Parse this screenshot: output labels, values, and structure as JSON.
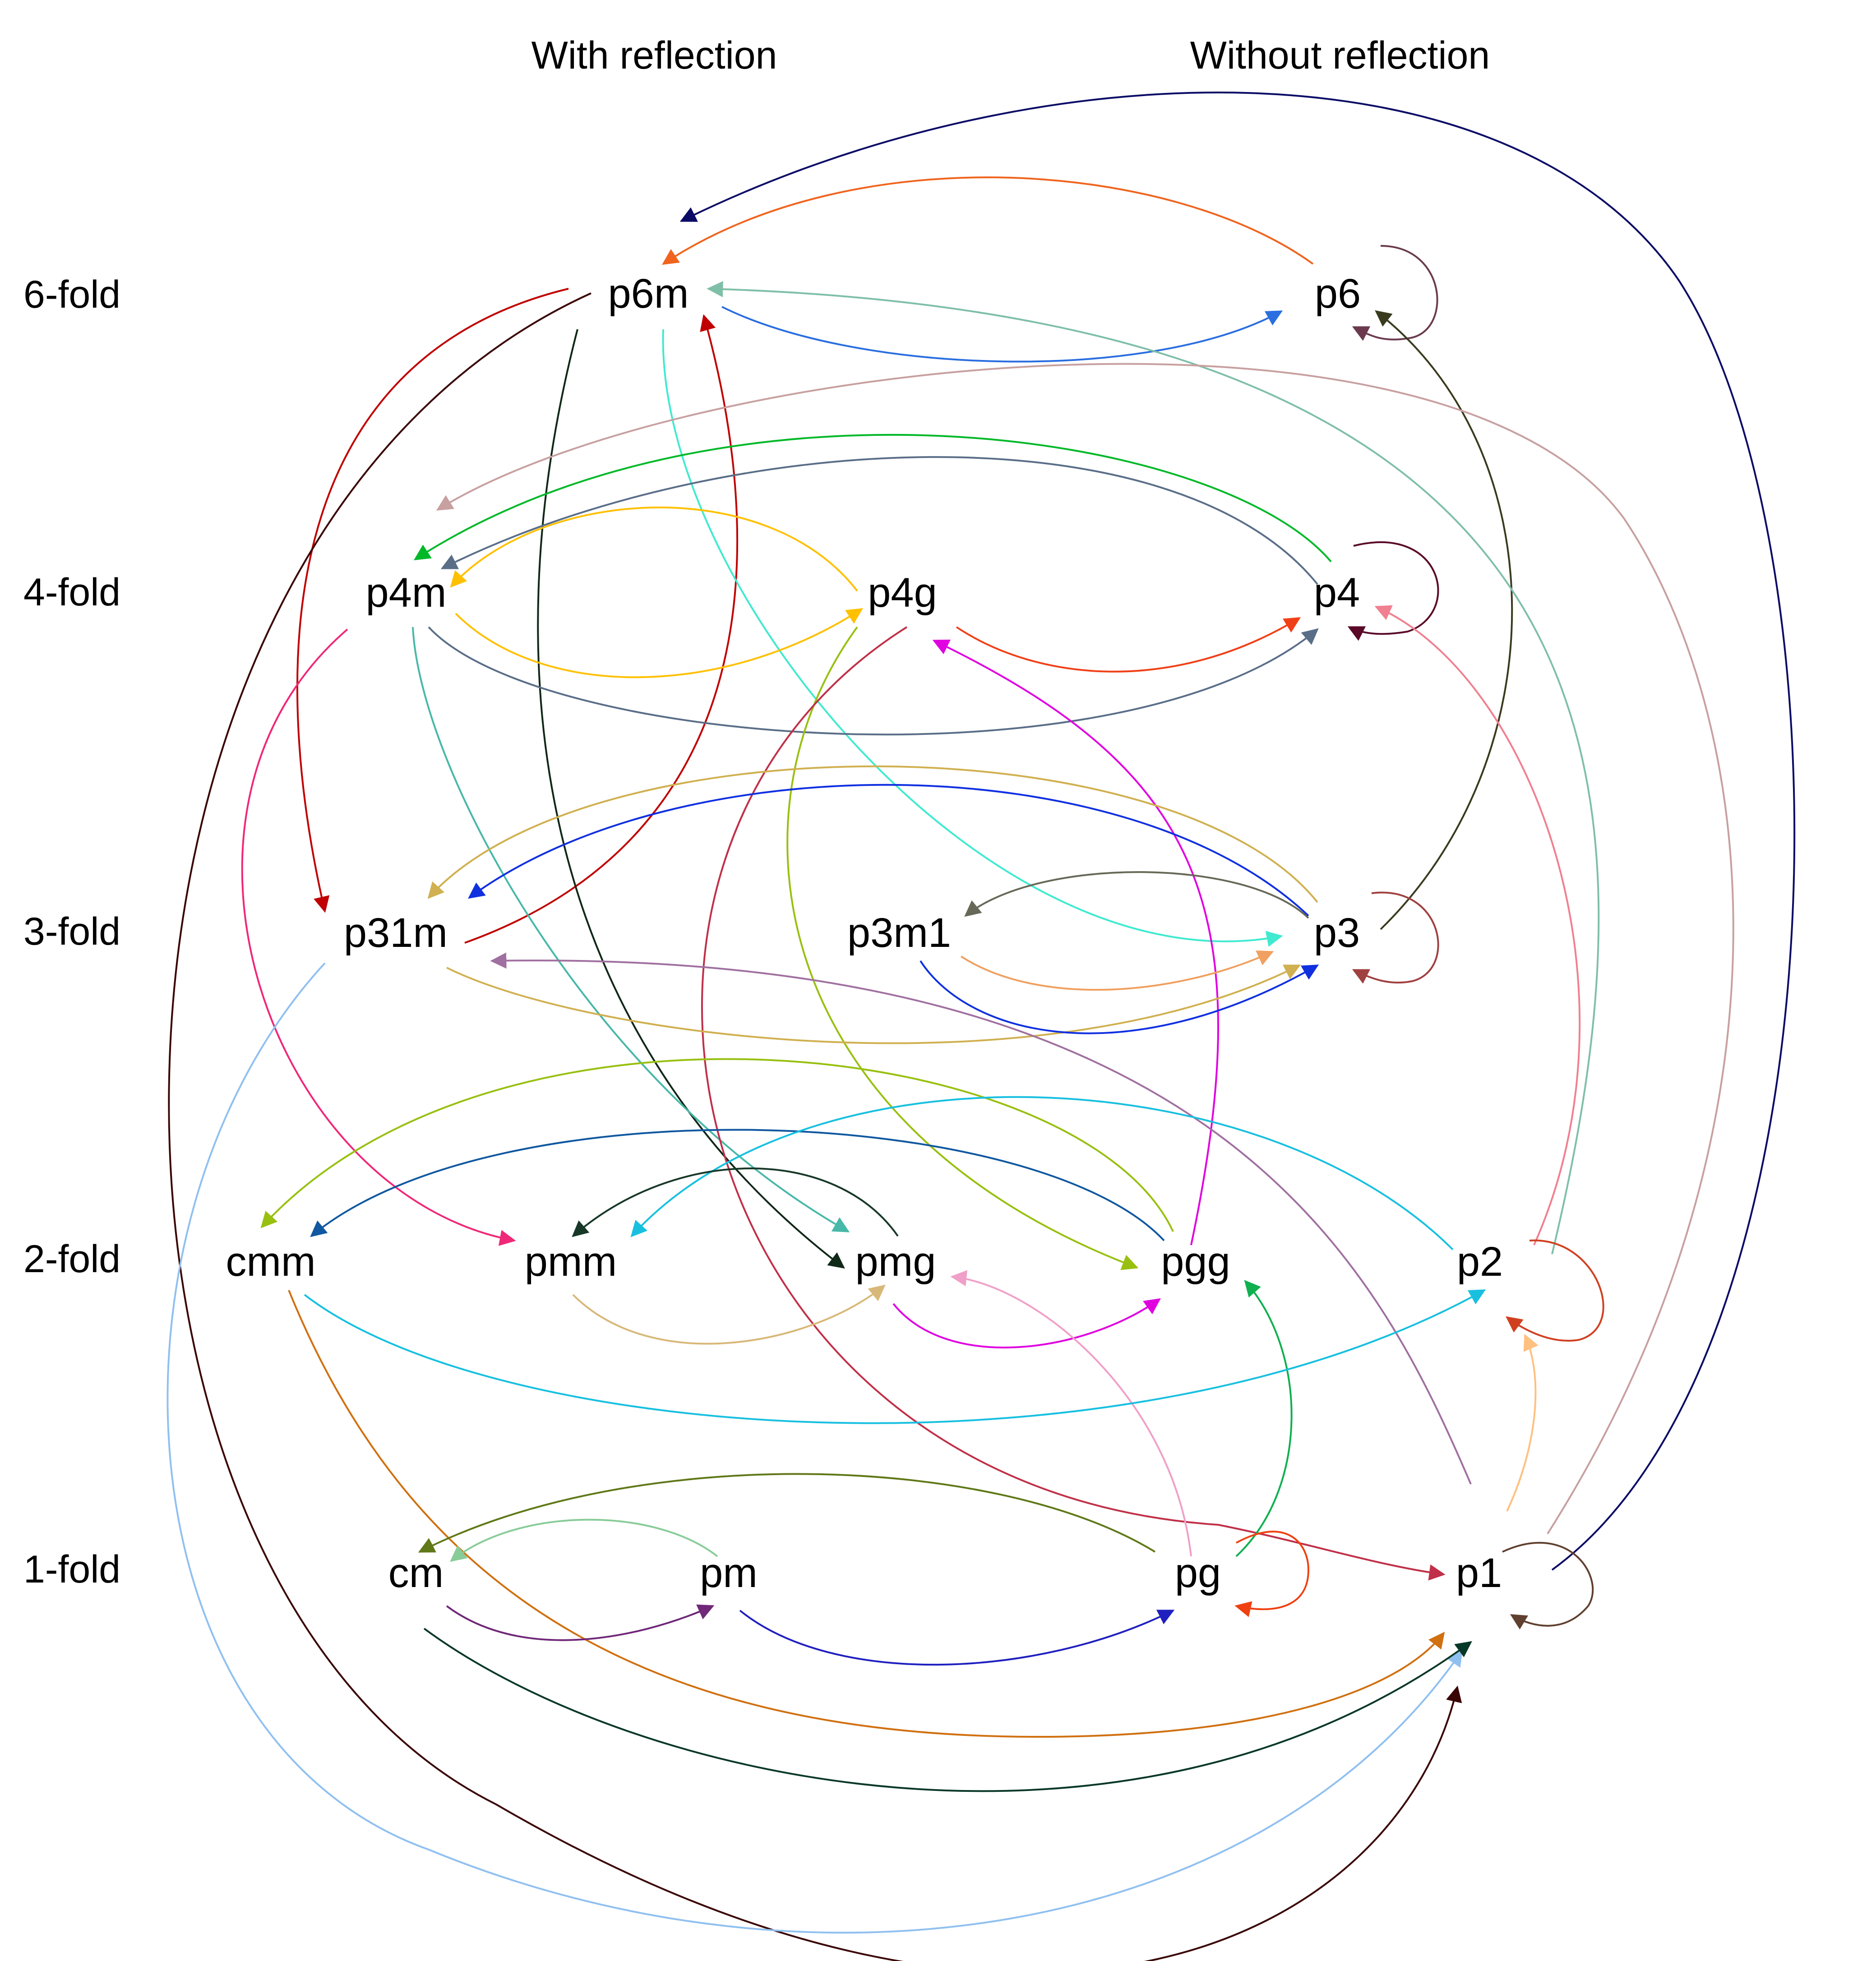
{
  "headers": {
    "columns": [
      "With reflection",
      "Without reflection"
    ],
    "rows": [
      "6-fold",
      "4-fold",
      "3-fold",
      "2-fold",
      "1-fold"
    ]
  },
  "nodes": {
    "p6m": "p6m",
    "p6": "p6",
    "p4m": "p4m",
    "p4g": "p4g",
    "p4": "p4",
    "p31m": "p31m",
    "p3m1": "p3m1",
    "p3": "p3",
    "cmm": "cmm",
    "pmm": "pmm",
    "pmg": "pmg",
    "pgg": "pgg",
    "p2": "p2",
    "cm": "cm",
    "pm": "pm",
    "pg": "pg",
    "p1": "p1"
  },
  "edges": [
    {
      "from": "p1",
      "to": "p6m",
      "color": "#0b0b66"
    },
    {
      "from": "p6",
      "to": "p6m",
      "color": "#f0641e"
    },
    {
      "from": "p6",
      "to": "p6",
      "color": "#6b3a4e"
    },
    {
      "from": "p6m",
      "to": "p6",
      "color": "#2a6ee0"
    },
    {
      "from": "p3",
      "to": "p6",
      "color": "#3a3a1e"
    },
    {
      "from": "p2",
      "to": "p6m",
      "color": "#7fbfa8"
    },
    {
      "from": "p6m",
      "to": "p31m",
      "color": "#c00000"
    },
    {
      "from": "p31m",
      "to": "p6m",
      "color": "#c00000"
    },
    {
      "from": "p6m",
      "to": "p1",
      "color": "#3a0505"
    },
    {
      "from": "p6m",
      "to": "pmg",
      "color": "#102818"
    },
    {
      "from": "p6m",
      "to": "p3",
      "color": "#40ead0"
    },
    {
      "from": "p1",
      "to": "p4m",
      "color": "#c8a0a0"
    },
    {
      "from": "p4",
      "to": "p4m",
      "color": "#00b828"
    },
    {
      "from": "p4",
      "to": "p4m",
      "color": "#5a6e88"
    },
    {
      "from": "p4g",
      "to": "p4m",
      "color": "#ffc000"
    },
    {
      "from": "p4m",
      "to": "p4g",
      "color": "#ffc000"
    },
    {
      "from": "p4m",
      "to": "p4",
      "color": "#5a6e88"
    },
    {
      "from": "p4g",
      "to": "p4",
      "color": "#f04018"
    },
    {
      "from": "p4",
      "to": "p4",
      "color": "#5a0a28"
    },
    {
      "from": "p2",
      "to": "p4",
      "color": "#f08090"
    },
    {
      "from": "pgg",
      "to": "p4g",
      "color": "#e000e0"
    },
    {
      "from": "p4m",
      "to": "pmm",
      "color": "#f02878"
    },
    {
      "from": "p4m",
      "to": "pmg",
      "color": "#48b8a8"
    },
    {
      "from": "p4g",
      "to": "pgg",
      "color": "#98c010"
    },
    {
      "from": "p4g",
      "to": "p1",
      "color": "#c03048"
    },
    {
      "from": "p3",
      "to": "p31m",
      "color": "#d0b050"
    },
    {
      "from": "p3",
      "to": "p31m",
      "color": "#1030e0"
    },
    {
      "from": "p3",
      "to": "p3m1",
      "color": "#686858"
    },
    {
      "from": "p3",
      "to": "p3",
      "color": "#a04040"
    },
    {
      "from": "p3m1",
      "to": "p3",
      "color": "#f0a060"
    },
    {
      "from": "p31m",
      "to": "p3",
      "color": "#d0b050"
    },
    {
      "from": "p3m1",
      "to": "p3",
      "color": "#1030e0"
    },
    {
      "from": "p1",
      "to": "p31m",
      "color": "#a070a0"
    },
    {
      "from": "p31m",
      "to": "p1",
      "color": "#90c0f0"
    },
    {
      "from": "pgg",
      "to": "cmm",
      "color": "#98c010"
    },
    {
      "from": "pgg",
      "to": "cmm",
      "color": "#1058a0"
    },
    {
      "from": "p2",
      "to": "pmm",
      "color": "#18c0e0"
    },
    {
      "from": "pmg",
      "to": "pmm",
      "color": "#183828"
    },
    {
      "from": "pmm",
      "to": "pmg",
      "color": "#d8b878"
    },
    {
      "from": "pmg",
      "to": "pgg",
      "color": "#e000e0"
    },
    {
      "from": "pg",
      "to": "pmg",
      "color": "#f0a0c8"
    },
    {
      "from": "pg",
      "to": "pgg",
      "color": "#10b050"
    },
    {
      "from": "p2",
      "to": "p2",
      "color": "#d04020"
    },
    {
      "from": "cmm",
      "to": "p2",
      "color": "#18c0e0"
    },
    {
      "from": "p1",
      "to": "p2",
      "color": "#ffc080"
    },
    {
      "from": "cmm",
      "to": "p1",
      "color": "#d07010"
    },
    {
      "from": "pg",
      "to": "cm",
      "color": "#607818"
    },
    {
      "from": "pm",
      "to": "cm",
      "color": "#88cc98"
    },
    {
      "from": "cm",
      "to": "pm",
      "color": "#702878"
    },
    {
      "from": "pm",
      "to": "pg",
      "color": "#2020c0"
    },
    {
      "from": "pg",
      "to": "pg",
      "color": "#f04010"
    },
    {
      "from": "cm",
      "to": "p1",
      "color": "#083828"
    },
    {
      "from": "p1",
      "to": "p1",
      "color": "#604030"
    }
  ]
}
